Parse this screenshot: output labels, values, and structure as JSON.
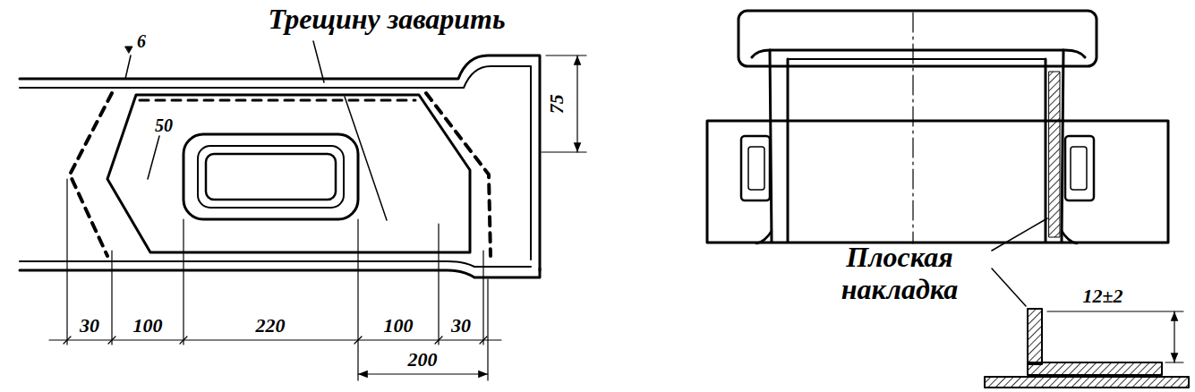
{
  "diagram": {
    "labels": [
      "Трещину заварить",
      "6",
      "50",
      "75",
      "30",
      "100",
      "220",
      "100",
      "30",
      "200",
      "Плоская накладка",
      "12±2"
    ]
  }
}
